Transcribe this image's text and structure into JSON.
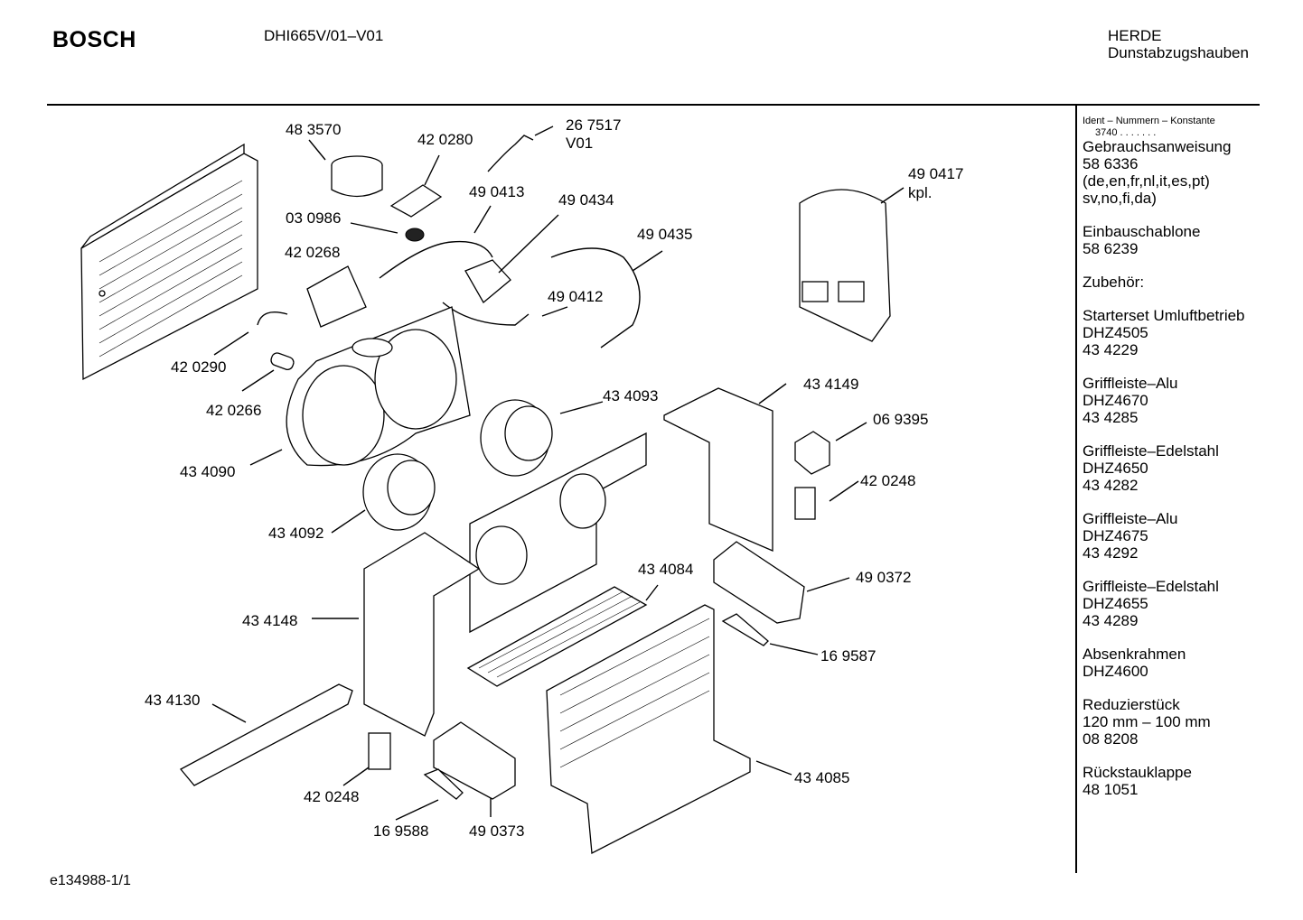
{
  "header": {
    "brand": "BOSCH",
    "model": "DHI665V/01–V01",
    "category_line1": "HERDE",
    "category_line2": "Dunstabzugshauben"
  },
  "footer": {
    "doc_id": "e134988-1/1"
  },
  "sidebar": {
    "note_line1": "Ident – Nummern – Konstante",
    "note_line2": "3740  .  .  .  .  .  .  .",
    "blocks": [
      [
        "Gebrauchsanweisung",
        "58 6336",
        "(de,en,fr,nl,it,es,pt)",
        "sv,no,fi,da)"
      ],
      [
        "Einbauschablone",
        "58 6239"
      ],
      [
        "Zubehör:"
      ],
      [
        "Starterset Umluftbetrieb",
        "DHZ4505",
        "43 4229"
      ],
      [
        "Griffleiste–Alu",
        "DHZ4670",
        "43 4285"
      ],
      [
        "Griffleiste–Edelstahl",
        "DHZ4650",
        "43 4282"
      ],
      [
        "Griffleiste–Alu",
        "DHZ4675",
        "43 4292"
      ],
      [
        "Griffleiste–Edelstahl",
        "DHZ4655",
        "43 4289"
      ],
      [
        "Absenkrahmen",
        "DHZ4600"
      ],
      [
        "Reduzierstück",
        "120 mm – 100 mm",
        "08 8208"
      ],
      [
        "Rückstauklappe",
        "48 1051"
      ]
    ]
  },
  "part_labels": [
    {
      "id": "l1",
      "text": "48 3570"
    },
    {
      "id": "l2",
      "text": "42 0280"
    },
    {
      "id": "l3",
      "text": "26 7517"
    },
    {
      "id": "l3b",
      "text": "V01"
    },
    {
      "id": "l4",
      "text": "03 0986"
    },
    {
      "id": "l5",
      "text": "49 0413"
    },
    {
      "id": "l6",
      "text": "49 0434"
    },
    {
      "id": "l7",
      "text": "42 0268"
    },
    {
      "id": "l8",
      "text": "49 0435"
    },
    {
      "id": "l9",
      "text": "49 0417"
    },
    {
      "id": "l9b",
      "text": "kpl."
    },
    {
      "id": "l10",
      "text": "49 0412"
    },
    {
      "id": "l11",
      "text": "42 0290"
    },
    {
      "id": "l12",
      "text": "42 0266"
    },
    {
      "id": "l13",
      "text": "43 4093"
    },
    {
      "id": "l14",
      "text": "43 4149"
    },
    {
      "id": "l15",
      "text": "06 9395"
    },
    {
      "id": "l16",
      "text": "43 4090"
    },
    {
      "id": "l17",
      "text": "42 0248"
    },
    {
      "id": "l18",
      "text": "43 4092"
    },
    {
      "id": "l19",
      "text": "43 4084"
    },
    {
      "id": "l20",
      "text": "49 0372"
    },
    {
      "id": "l21",
      "text": "43 4148"
    },
    {
      "id": "l22",
      "text": "16 9587"
    },
    {
      "id": "l23",
      "text": "43 4130"
    },
    {
      "id": "l24",
      "text": "42 0248"
    },
    {
      "id": "l25",
      "text": "43 4085"
    },
    {
      "id": "l26",
      "text": "16 9588"
    },
    {
      "id": "l27",
      "text": "49 0373"
    }
  ]
}
